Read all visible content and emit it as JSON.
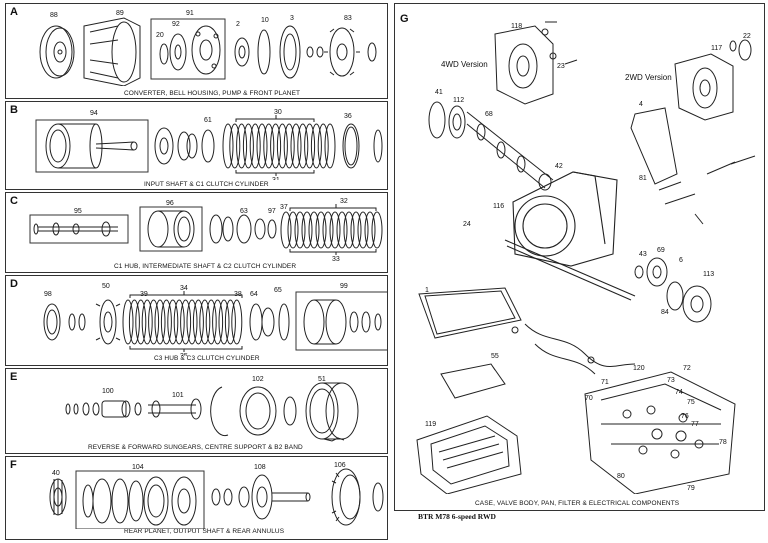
{
  "sections": [
    {
      "letter": "A",
      "caption": "CONVERTER, BELL HOUSING, PUMP & FRONT PLANET",
      "parts": [
        "88",
        "89",
        "91",
        "20",
        "92",
        "2",
        "10",
        "3",
        "83"
      ]
    },
    {
      "letter": "B",
      "caption": "INPUT SHAFT & C1 CLUTCH CYLINDER",
      "parts": [
        "94",
        "61",
        "30",
        "36",
        "31"
      ]
    },
    {
      "letter": "C",
      "caption": "C1 HUB, INTERMEDIATE SHAFT & C2 CLUTCH CYLINDER",
      "parts": [
        "95",
        "96",
        "63",
        "97",
        "37",
        "32",
        "33"
      ]
    },
    {
      "letter": "D",
      "caption": "C3 HUB & C3 CLUTCH CYLINDER",
      "parts": [
        "98",
        "50",
        "39",
        "34",
        "38",
        "64",
        "65",
        "99",
        "35"
      ]
    },
    {
      "letter": "E",
      "caption": "REVERSE & FORWARD SUNGEARS, CENTRE SUPPORT & B2 BAND",
      "parts": [
        "100",
        "101",
        "102",
        "51"
      ]
    },
    {
      "letter": "F",
      "caption": "REAR PLANET, OUTPUT SHAFT & REAR ANNULUS",
      "parts": [
        "40",
        "104",
        "108",
        "106"
      ]
    }
  ],
  "sectionG": {
    "letter": "G",
    "caption": "CASE, VALVE BODY, PAN, FILTER & ELECTRICAL COMPONENTS",
    "version_4wd": "4WD Version",
    "version_2wd": "2WD Version",
    "parts": [
      "118",
      "117",
      "22",
      "23",
      "41",
      "112",
      "68",
      "4",
      "42",
      "81",
      "116",
      "24",
      "1",
      "43",
      "69",
      "6",
      "113",
      "84",
      "55",
      "72",
      "71",
      "120",
      "73",
      "74",
      "70",
      "75",
      "76",
      "77",
      "78",
      "119",
      "80",
      "79"
    ]
  },
  "footer": "BTR M78 6-speed RWD"
}
